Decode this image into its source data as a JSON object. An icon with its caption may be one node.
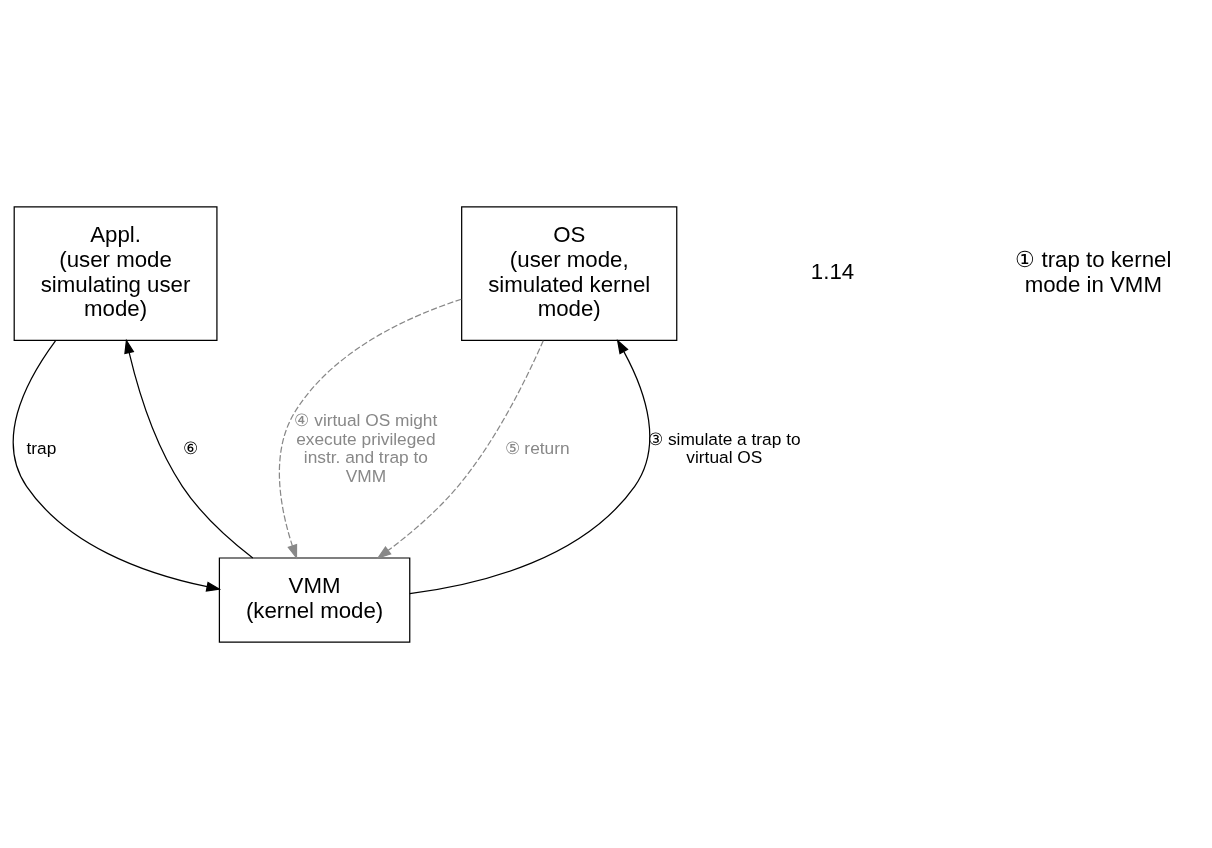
{
  "diagram": {
    "nodes": [
      {
        "text": [
          "Appl.",
          "(user mode simulating user mode)"
        ]
      },
      {
        "text": [
          "OS",
          "(user mode, simulated kernel mode)"
        ]
      },
      {
        "text": [
          "VMM",
          "(kernel mode)"
        ]
      }
    ],
    "edges": [
      {
        "from": 0,
        "to": 2,
        "arrow": "to",
        "label": "trap"
      },
      {
        "from": 2,
        "to": 0,
        "arrow": "to",
        "label": "⑥"
      },
      {
        "from": 2,
        "to": 1,
        "arrow": "to",
        "label": "③ simulate a trap to virtual OS"
      },
      {
        "from": 1,
        "to": 2,
        "arrow": "to",
        "label": "④ virtual OS might execute privileged instr. and trap to VMM",
        "style": "dashed",
        "color": "#888888"
      },
      {
        "from": 1,
        "to": 2,
        "arrow": "to",
        "label": "⑤ return",
        "style": "dashed",
        "color": "#888888"
      }
    ],
    "labels": [
      "1.14",
      "① trap to kernel mode in VMM"
    ]
  }
}
